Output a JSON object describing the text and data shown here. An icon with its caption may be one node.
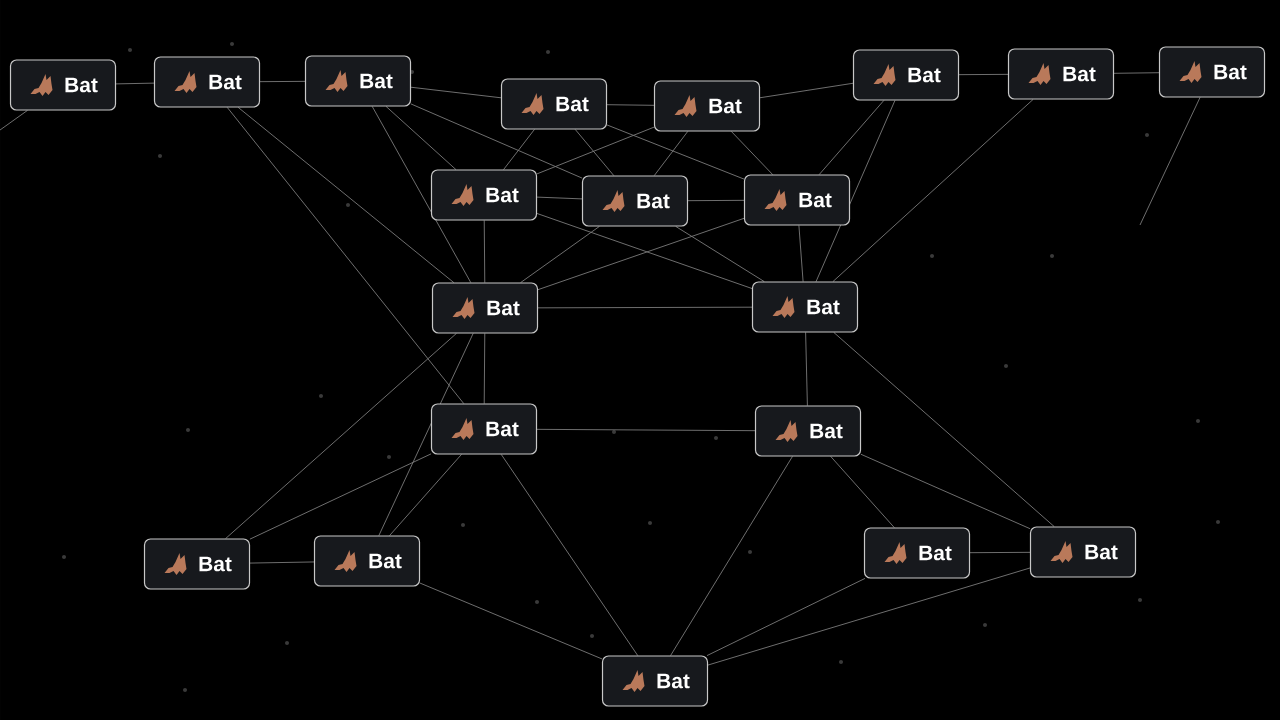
{
  "diagram": {
    "nodes": [
      {
        "text": [
          "Bat"
        ]
      },
      {
        "text": [
          "Bat"
        ]
      },
      {
        "text": [
          "Bat"
        ]
      },
      {
        "text": [
          "Bat"
        ]
      },
      {
        "text": [
          "Bat"
        ]
      },
      {
        "text": [
          "Bat"
        ]
      },
      {
        "text": [
          "Bat"
        ]
      },
      {
        "text": [
          "Bat"
        ]
      },
      {
        "text": [
          "Bat"
        ]
      },
      {
        "text": [
          "Bat"
        ]
      },
      {
        "text": [
          "Bat"
        ]
      },
      {
        "text": [
          "Bat"
        ]
      },
      {
        "text": [
          "Bat"
        ]
      },
      {
        "text": [
          "Bat"
        ]
      },
      {
        "text": [
          "Bat"
        ]
      },
      {
        "text": [
          "Bat"
        ]
      },
      {
        "text": [
          "Bat"
        ]
      },
      {
        "text": [
          "Bat"
        ]
      },
      {
        "text": [
          "Bat"
        ]
      },
      {
        "text": [
          "Bat"
        ]
      }
    ],
    "edges": [
      {
        "from": 0,
        "to": 1,
        "arrow": "none"
      },
      {
        "from": 1,
        "to": 2,
        "arrow": "none"
      },
      {
        "from": 2,
        "to": 3,
        "arrow": "none"
      },
      {
        "from": 3,
        "to": 4,
        "arrow": "none"
      },
      {
        "from": 4,
        "to": 5,
        "arrow": "none"
      },
      {
        "from": 5,
        "to": 6,
        "arrow": "none"
      },
      {
        "from": 6,
        "to": 7,
        "arrow": "none"
      },
      {
        "from": 2,
        "to": 9,
        "arrow": "none"
      },
      {
        "from": 8,
        "to": 9,
        "arrow": "none"
      },
      {
        "from": 9,
        "to": 10,
        "arrow": "none"
      },
      {
        "from": 8,
        "to": 11,
        "arrow": "none"
      },
      {
        "from": 11,
        "to": 13,
        "arrow": "none"
      },
      {
        "from": 10,
        "to": 12,
        "arrow": "none"
      },
      {
        "from": 12,
        "to": 14,
        "arrow": "none"
      },
      {
        "from": 11,
        "to": 12,
        "arrow": "none"
      },
      {
        "from": 13,
        "to": 14,
        "arrow": "none"
      },
      {
        "from": 15,
        "to": 16,
        "arrow": "none"
      },
      {
        "from": 17,
        "to": 18,
        "arrow": "none"
      },
      {
        "from": 16,
        "to": 13,
        "arrow": "none"
      },
      {
        "from": 17,
        "to": 14,
        "arrow": "none"
      },
      {
        "from": 19,
        "to": 13,
        "arrow": "none"
      },
      {
        "from": 19,
        "to": 14,
        "arrow": "none"
      },
      {
        "from": 19,
        "to": 16,
        "arrow": "none"
      },
      {
        "from": 19,
        "to": 18,
        "arrow": "none"
      },
      {
        "from": 19,
        "to": 17,
        "arrow": "none"
      },
      {
        "from": 2,
        "to": 8,
        "arrow": "none"
      },
      {
        "from": 3,
        "to": 8,
        "arrow": "none"
      },
      {
        "from": 3,
        "to": 9,
        "arrow": "none"
      },
      {
        "from": 4,
        "to": 9,
        "arrow": "none"
      },
      {
        "from": 4,
        "to": 10,
        "arrow": "none"
      },
      {
        "from": 5,
        "to": 10,
        "arrow": "none"
      },
      {
        "from": 5,
        "to": 12,
        "arrow": "none"
      },
      {
        "from": 6,
        "to": 12,
        "arrow": "none"
      },
      {
        "from": 2,
        "to": 11,
        "arrow": "none"
      },
      {
        "from": 15,
        "to": 13,
        "arrow": "none"
      },
      {
        "from": 16,
        "to": 11,
        "arrow": "none"
      },
      {
        "from": 18,
        "to": 14,
        "arrow": "none"
      },
      {
        "from": 18,
        "to": 12,
        "arrow": "none"
      },
      {
        "from": 3,
        "to": 10,
        "arrow": "none"
      },
      {
        "from": 4,
        "to": 8,
        "arrow": "none"
      },
      {
        "from": 9,
        "to": 11,
        "arrow": "none"
      },
      {
        "from": 9,
        "to": 12,
        "arrow": "none"
      },
      {
        "from": 8,
        "to": 12,
        "arrow": "none"
      },
      {
        "from": 10,
        "to": 11,
        "arrow": "none"
      },
      {
        "from": 1,
        "to": 11,
        "arrow": "none"
      },
      {
        "from": 1,
        "to": 13,
        "arrow": "none"
      },
      {
        "from": 15,
        "to": 11,
        "arrow": "none"
      },
      {
        "from": null,
        "to": 0,
        "arrow": "none"
      },
      {
        "from": 7,
        "to": null,
        "arrow": "none"
      }
    ]
  }
}
